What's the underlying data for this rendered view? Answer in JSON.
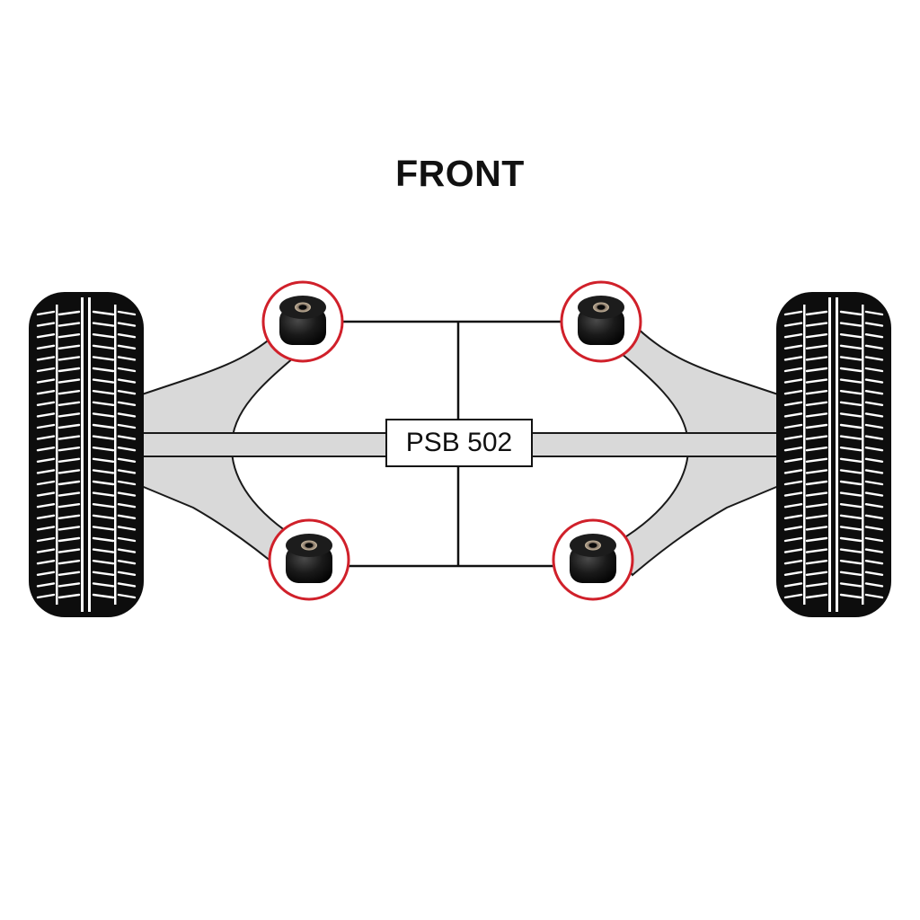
{
  "diagram": {
    "heading": "FRONT",
    "part_number": "PSB 502",
    "bushing_count": 4,
    "colors": {
      "arm_fill": "#d9d9d9",
      "arm_stroke": "#1a1a1a",
      "bushing_ring": "#d0202a",
      "bushing_body": "#141414",
      "tyre": "#0d0d0d",
      "leader_line": "#111111"
    },
    "icons": [
      "left-wheel-icon",
      "right-wheel-icon",
      "bushing-icon"
    ]
  }
}
